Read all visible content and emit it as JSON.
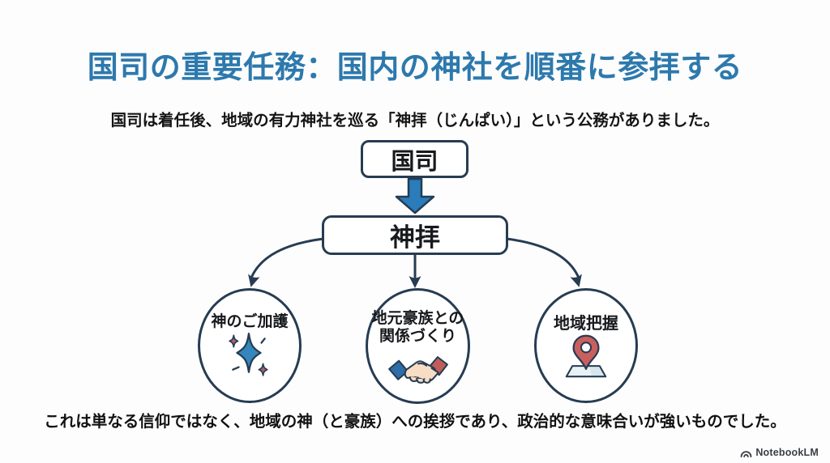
{
  "title": {
    "text": "国司の重要任務：国内の神社を順番に参拝する",
    "color": "#2d79ad"
  },
  "subtitle": "国司は着任後、地域の有力神社を巡る「神拝（じんぱい）」という公務がありました。",
  "flow": {
    "top_box": {
      "label": "国司"
    },
    "main_box": {
      "label": "神拝"
    },
    "branches": [
      {
        "icon": "sparkles-icon",
        "lines": [
          "神のご加護"
        ]
      },
      {
        "icon": "handshake-icon",
        "lines": [
          "地元豪族との",
          "関係づくり"
        ]
      },
      {
        "icon": "map-pin-icon",
        "lines": [
          "地域把握"
        ]
      }
    ]
  },
  "footer_note": "これは単なる信仰ではなく、地域の神（と豪族）への挨拶であり、政治的な意味合いが強いものでした。",
  "watermark": {
    "label": "NotebookLM",
    "icon": "notebooklm-logo-icon"
  },
  "colors": {
    "ink_outline": "#263c52",
    "title_blue": "#2d79ad",
    "arrow_blue": "#2a7cbb",
    "sparkle_blue": "#3387bd",
    "sparkle_red": "#ad6069",
    "handshake_sleeve_blue": "#2e6da6",
    "handshake_sleeve_red": "#c05d58",
    "hand_skin": "#f7ddc4",
    "pin_red": "#c9605e",
    "map_base": "#e9f1f5",
    "background": "#fdfdfd"
  }
}
